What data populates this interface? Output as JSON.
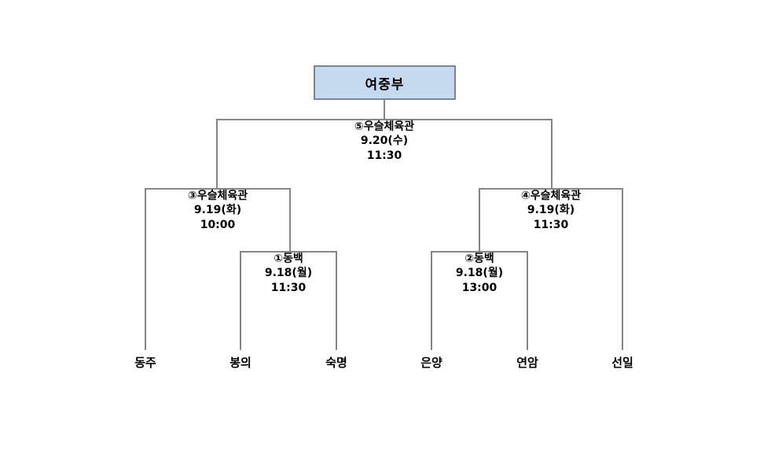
{
  "title": {
    "label": "여중부"
  },
  "bracket": {
    "final": {
      "venue": "⑤우슬체육관",
      "date": "9.20(수)",
      "time": "11:30"
    },
    "semifinals": [
      {
        "venue": "③우슬체육관",
        "date": "9.19(화)",
        "time": "10:00"
      },
      {
        "venue": "④우슬체육관",
        "date": "9.19(화)",
        "time": "11:30"
      }
    ],
    "quarterfinals": [
      {
        "venue": "①동백",
        "date": "9.18(월)",
        "time": "11:30"
      },
      {
        "venue": "②동백",
        "date": "9.18(월)",
        "time": "13:00"
      }
    ],
    "teams": [
      {
        "name": "동주"
      },
      {
        "name": "봉의"
      },
      {
        "name": "숙명"
      },
      {
        "name": "은양"
      },
      {
        "name": "연암"
      },
      {
        "name": "선일"
      }
    ]
  },
  "colors": {
    "title_fill": "#c5d9ef",
    "title_border": "#7b8496",
    "line": "#858585",
    "text": "#000000",
    "background": "#ffffff"
  }
}
